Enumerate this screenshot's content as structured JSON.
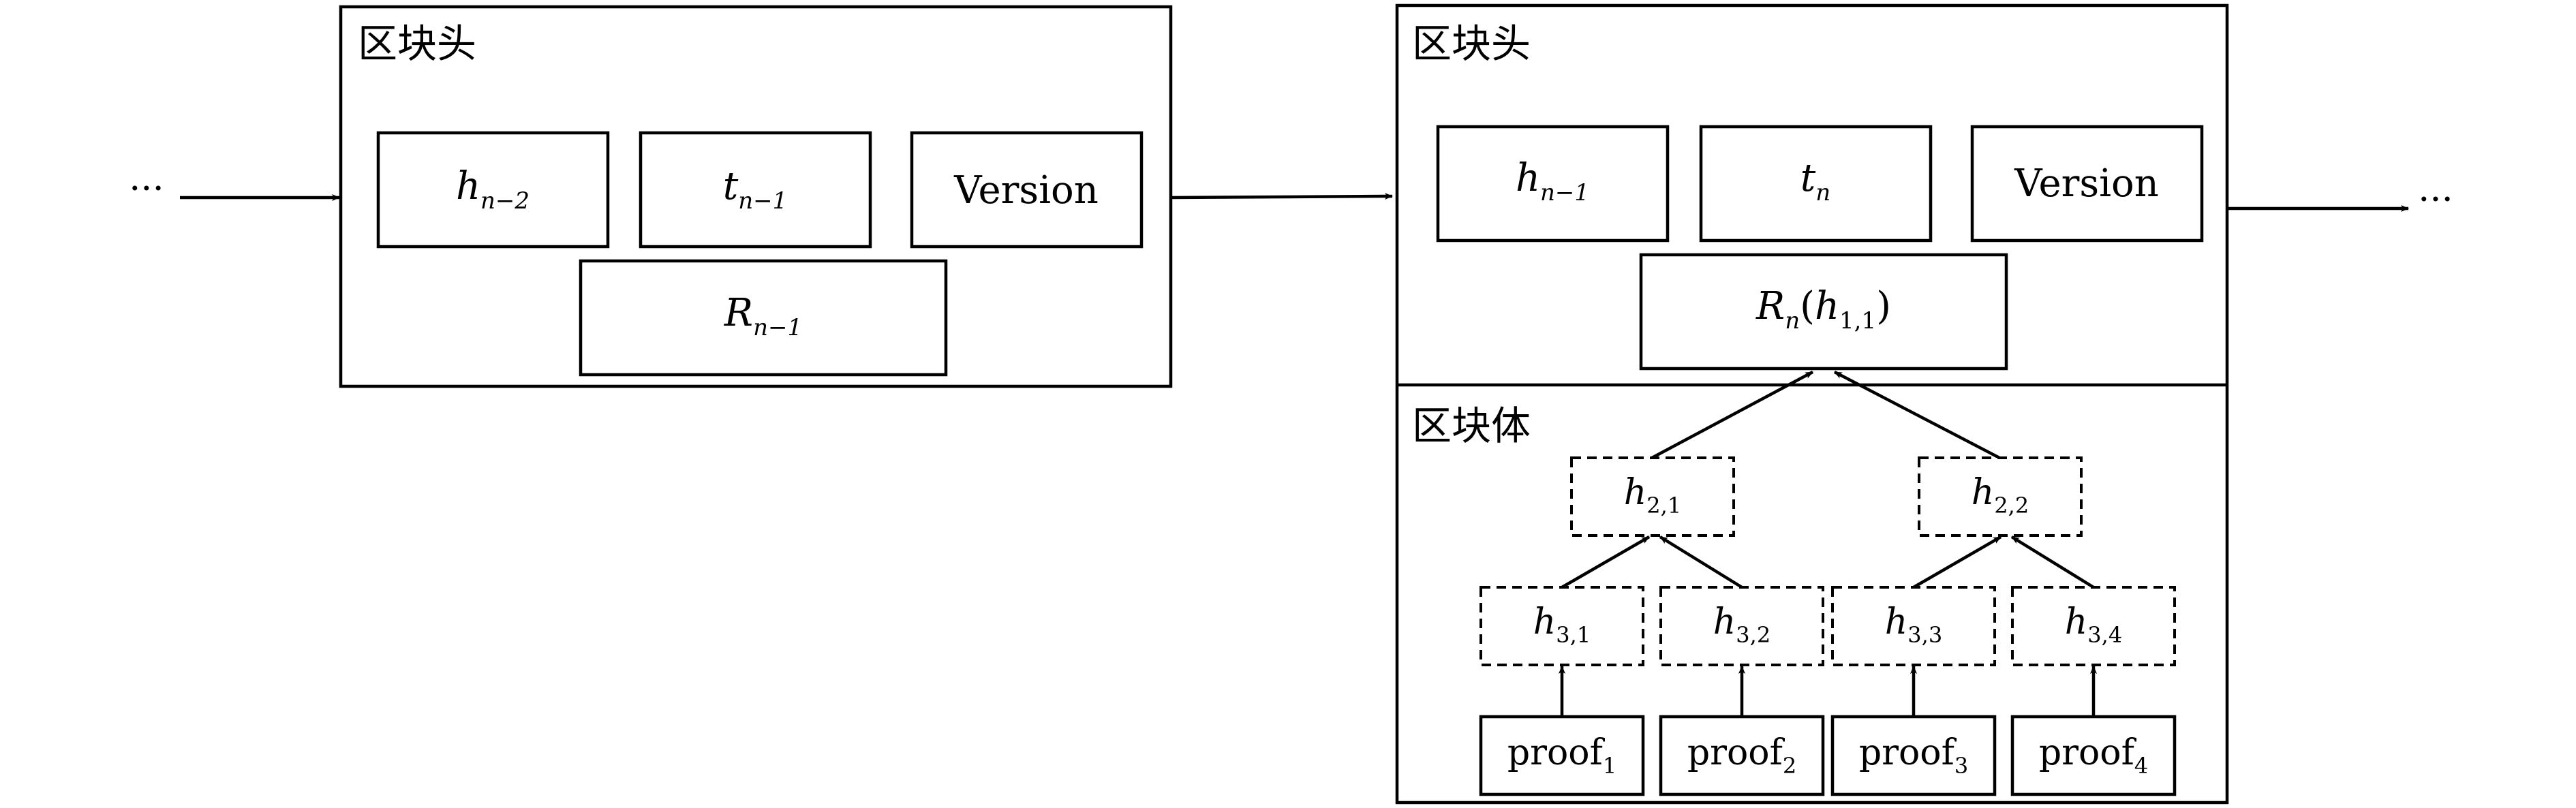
{
  "diagram": {
    "ellipsis_left": "···",
    "ellipsis_right": "···",
    "block1": {
      "header_title": "区块头",
      "fields": [
        {
          "base": "h",
          "sub": "n−2"
        },
        {
          "base": "t",
          "sub": "n−1"
        },
        {
          "base": "Version",
          "sub": ""
        }
      ],
      "root": {
        "base": "R",
        "sub": "n−1"
      }
    },
    "block2": {
      "header_title": "区块头",
      "body_title": "区块体",
      "fields": [
        {
          "base": "h",
          "sub": "n−1"
        },
        {
          "base": "t",
          "sub": "n"
        },
        {
          "base": "Version",
          "sub": ""
        }
      ],
      "root": {
        "base": "R",
        "sub": "n",
        "arg_base": "h",
        "arg_sub": "1,1"
      },
      "merkle_level2": [
        {
          "base": "h",
          "sub": "2,1"
        },
        {
          "base": "h",
          "sub": "2,2"
        }
      ],
      "merkle_level3": [
        {
          "base": "h",
          "sub": "3,1"
        },
        {
          "base": "h",
          "sub": "3,2"
        },
        {
          "base": "h",
          "sub": "3,3"
        },
        {
          "base": "h",
          "sub": "3,4"
        }
      ],
      "proofs": [
        {
          "base": "proof",
          "sub": "1"
        },
        {
          "base": "proof",
          "sub": "2"
        },
        {
          "base": "proof",
          "sub": "3"
        },
        {
          "base": "proof",
          "sub": "4"
        }
      ]
    }
  }
}
